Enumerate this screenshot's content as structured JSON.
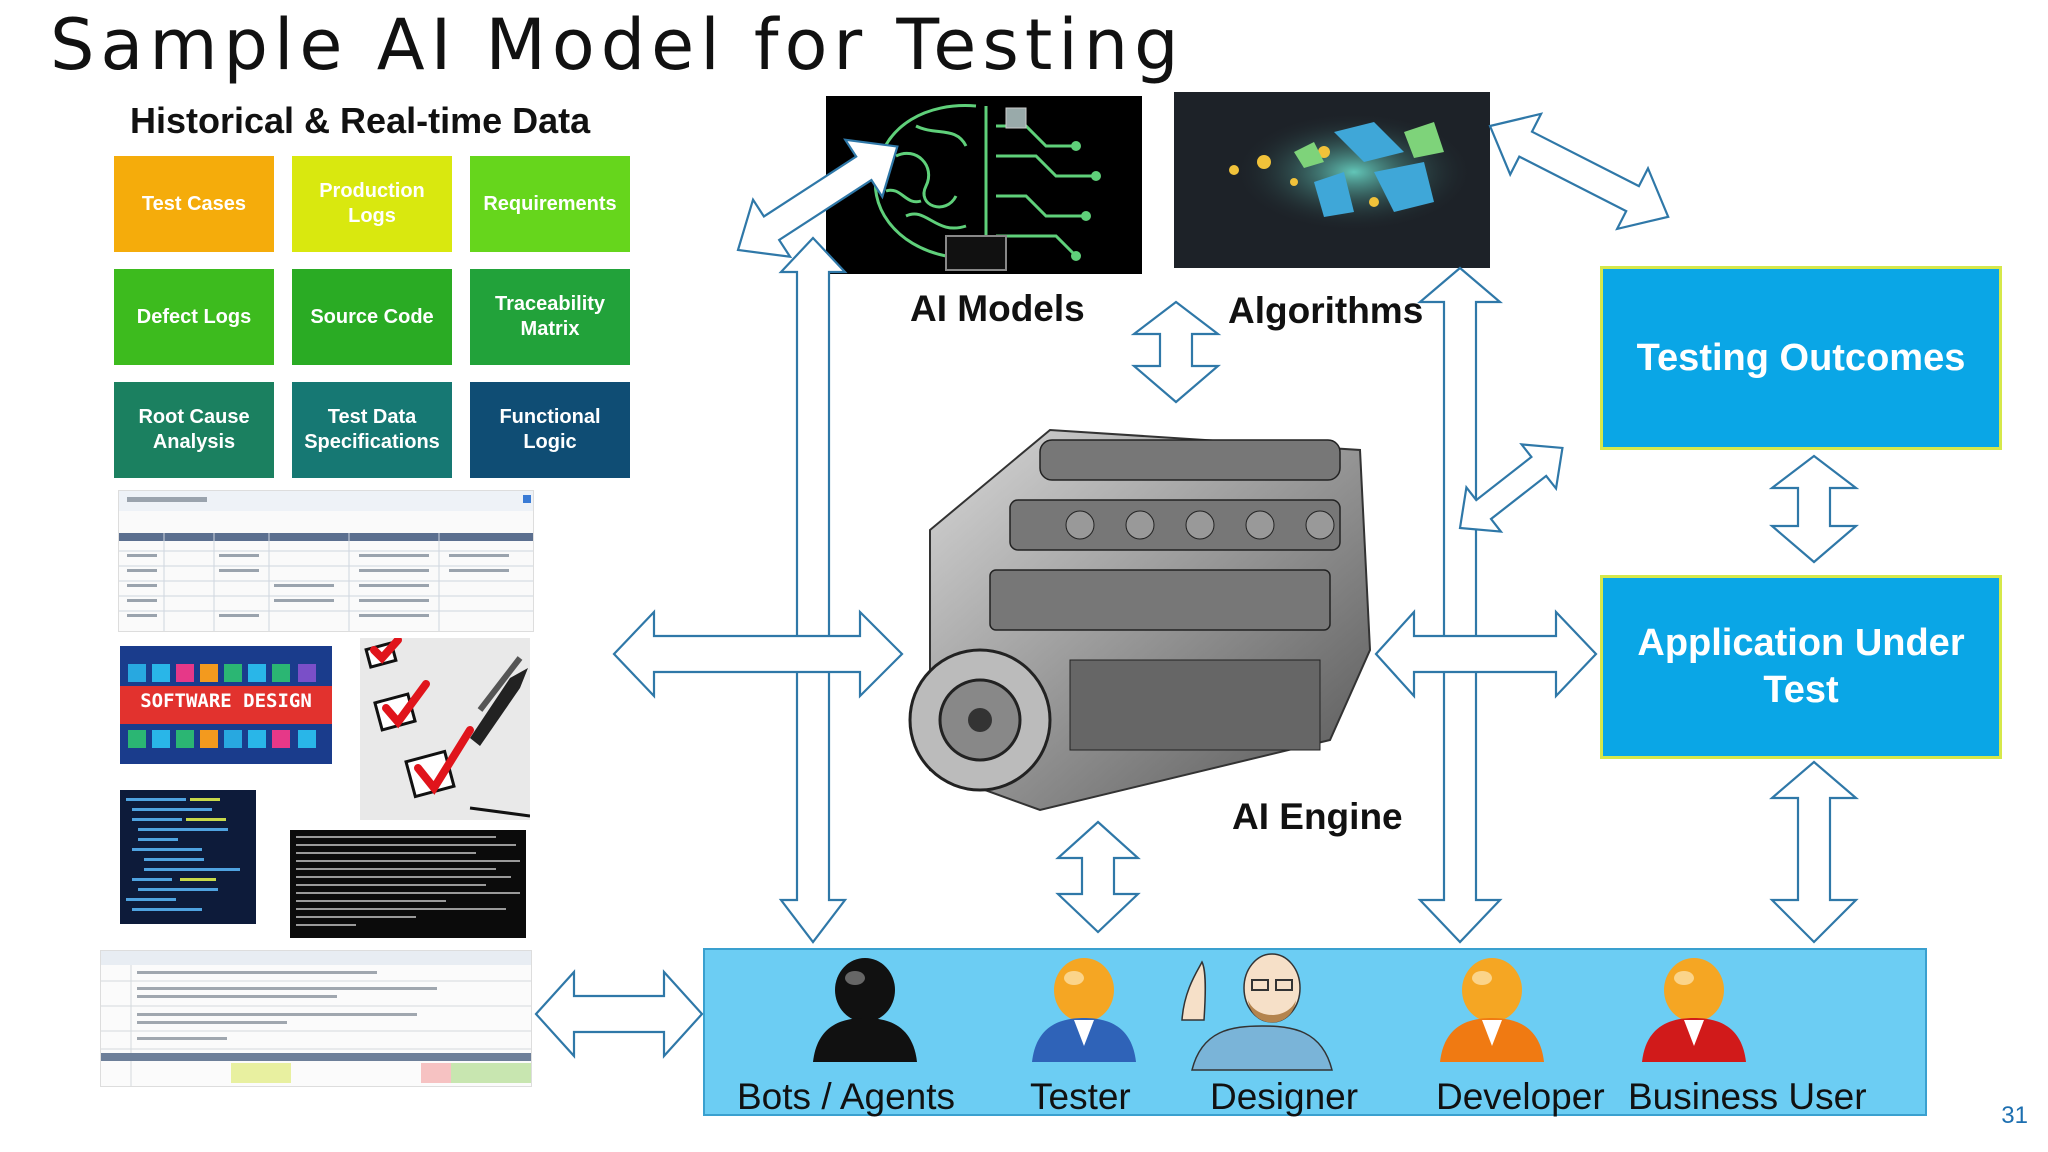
{
  "slide": {
    "title": "Sample AI Model for Testing",
    "page_number": "31"
  },
  "data_sources": {
    "heading": "Historical & Real-time Data",
    "tiles": [
      {
        "label": "Test Cases",
        "color": "#f5ac0b"
      },
      {
        "label": "Production Logs",
        "color": "#d9e80f"
      },
      {
        "label": "Requirements",
        "color": "#66d61c"
      },
      {
        "label": "Defect Logs",
        "color": "#3dbb1e"
      },
      {
        "label": "Source Code",
        "color": "#2aab24"
      },
      {
        "label": "Traceability Matrix",
        "color": "#22a23a"
      },
      {
        "label": "Root Cause Analysis",
        "color": "#1b8060"
      },
      {
        "label": "Test Data Specifications",
        "color": "#167873"
      },
      {
        "label": "Functional Logic",
        "color": "#0f4d74"
      }
    ],
    "software_design_banner": "SOFTWARE DESIGN"
  },
  "center": {
    "ai_models_label": "AI Models",
    "algorithms_label": "Algorithms",
    "ai_engine_label": "AI Engine"
  },
  "right": {
    "testing_outcomes": "Testing Outcomes",
    "application_under_test": "Application Under Test"
  },
  "people": [
    {
      "label": "Bots / Agents",
      "icon": "bot-person-icon",
      "color": "#111111"
    },
    {
      "label": "Tester",
      "icon": "tester-person-icon",
      "color": "#2f63b8"
    },
    {
      "label": "Designer",
      "icon": "designer-person-icon",
      "color": "#7ab4d8"
    },
    {
      "label": "Developer",
      "icon": "developer-person-icon",
      "color": "#f07a12"
    },
    {
      "label": "Business User",
      "icon": "business-user-person-icon",
      "color": "#d11a1a"
    }
  ]
}
